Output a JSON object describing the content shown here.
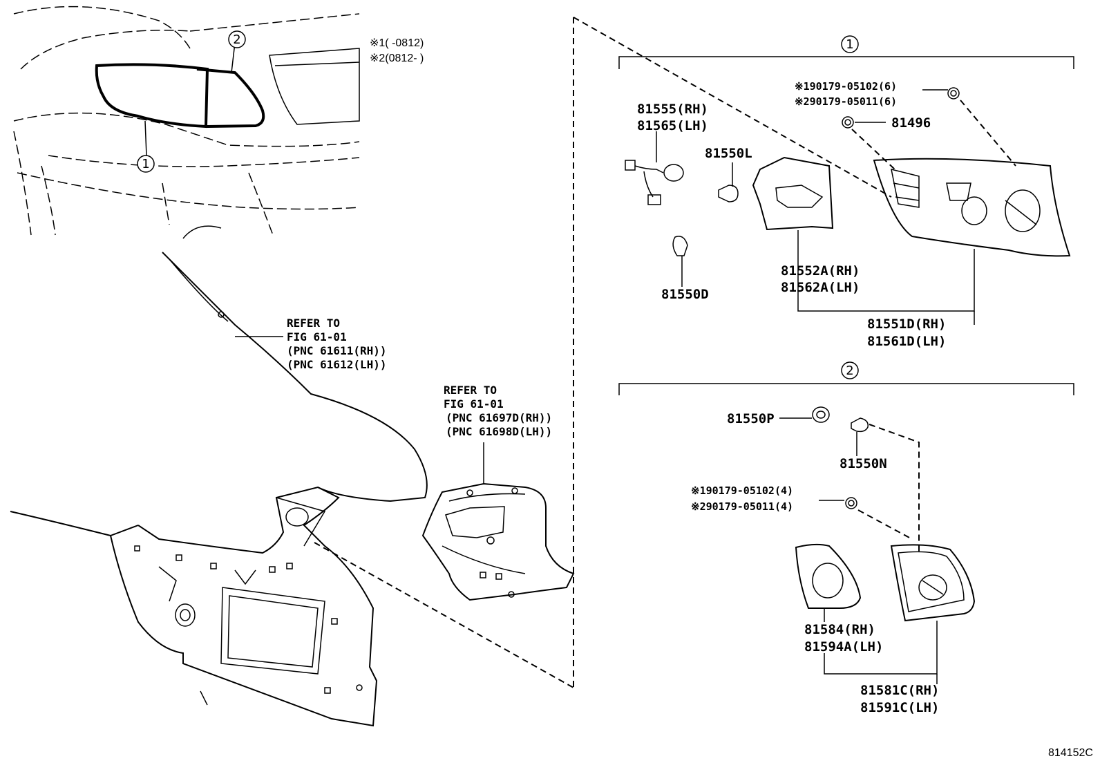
{
  "notes": {
    "note1": "※1(    -0812)",
    "note2": "※2(0812-    )"
  },
  "callouts": {
    "one": "1",
    "two": "2"
  },
  "refer1": {
    "line1": "REFER TO",
    "line2": "FIG 61-01",
    "line3": "(PNC 61611(RH))",
    "line4": "(PNC 61612(LH))"
  },
  "refer2": {
    "line1": "REFER TO",
    "line2": "FIG 61-01",
    "line3": "(PNC 61697D(RH))",
    "line4": "(PNC 61698D(LH))"
  },
  "group1": {
    "p81555": "81555(RH)",
    "p81565": "81565(LH)",
    "p81550L": "81550L",
    "p81550D": "81550D",
    "p81552A": "81552A(RH)",
    "p81562A": "81562A(LH)",
    "p81551D": "81551D(RH)",
    "p81561D": "81561D(LH)",
    "screw1": "※190179-05102(6)",
    "screw2": "※290179-05011(6)",
    "p81496": "81496"
  },
  "group2": {
    "p81550P": "81550P",
    "p81550N": "81550N",
    "screw1": "※190179-05102(4)",
    "screw2": "※290179-05011(4)",
    "p81584": "81584(RH)",
    "p81594A": "81594A(LH)",
    "p81581C": "81581C(RH)",
    "p81591C": "81591C(LH)"
  },
  "figure_code": "814152C"
}
